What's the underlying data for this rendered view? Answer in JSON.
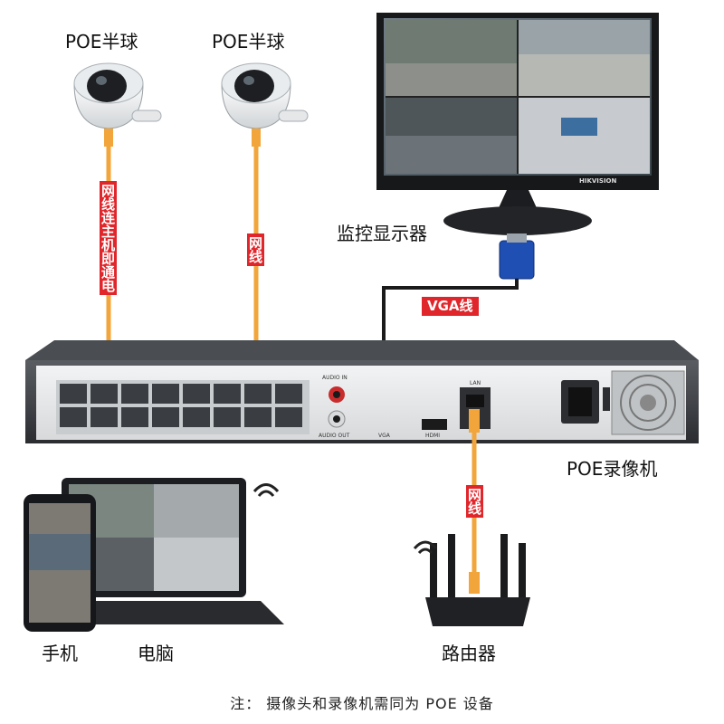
{
  "labels": {
    "cam1": "POE半球",
    "cam2": "POE半球",
    "monitor": "监控显示器",
    "nvr": "POE录像机",
    "phone": "手机",
    "pc": "电脑",
    "router": "路由器"
  },
  "tags": {
    "cable1": "网线连主机即通电",
    "cable2": "网线",
    "vga": "VGA线",
    "cable3": "网线"
  },
  "nvr_panel": {
    "audio_in": "AUDIO IN",
    "audio_out": "AUDIO OUT",
    "vga": "VGA",
    "hdmi": "HDMI",
    "lan": "LAN"
  },
  "monitor_brand": "HIKVISION",
  "note": "注：  摄像头和录像机需同为 POE 设备",
  "colors": {
    "cable": "#f2a53a",
    "tag": "#e0262b",
    "vga": "#1f4fb3"
  }
}
